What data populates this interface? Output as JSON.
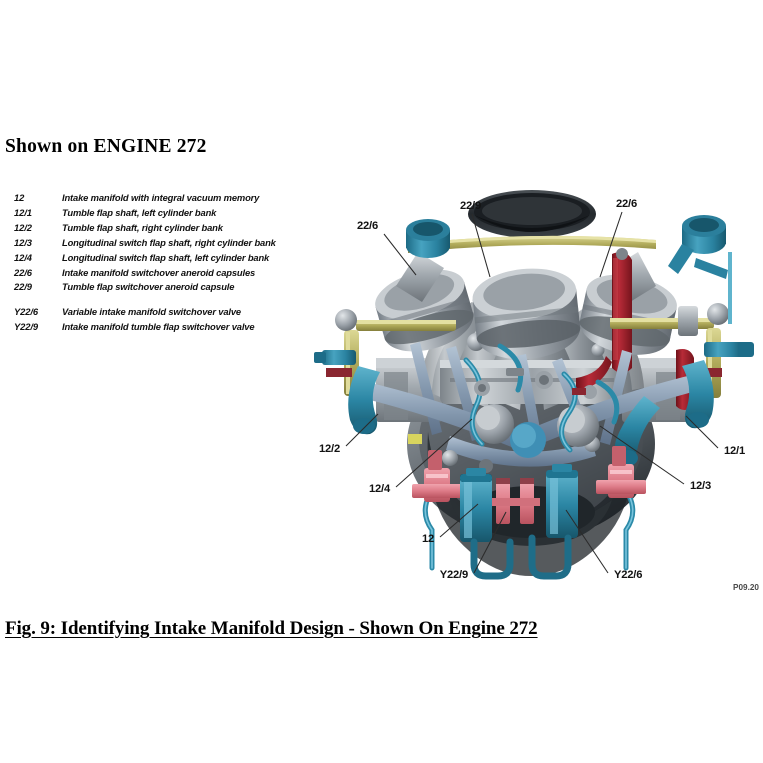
{
  "heading": "Shown on ENGINE 272",
  "legend": {
    "items": [
      {
        "key": "12",
        "desc": "Intake manifold with integral vacuum memory",
        "gap_before": false
      },
      {
        "key": "12/1",
        "desc": "Tumble flap shaft, left cylinder bank",
        "gap_before": false
      },
      {
        "key": "12/2",
        "desc": "Tumble flap shaft, right cylinder bank",
        "gap_before": false
      },
      {
        "key": "12/3",
        "desc": "Longitudinal switch flap shaft, right cylinder bank",
        "gap_before": false
      },
      {
        "key": "12/4",
        "desc": "Longitudinal switch flap shaft, left cylinder bank",
        "gap_before": false
      },
      {
        "key": "22/6",
        "desc": "Intake manifold switchover aneroid capsules",
        "gap_before": false
      },
      {
        "key": "22/9",
        "desc": "Tumble flap switchover aneroid capsule",
        "gap_before": false
      },
      {
        "key": "Y22/6",
        "desc": "Variable intake manifold switchover valve",
        "gap_before": true
      },
      {
        "key": "Y22/9",
        "desc": "Intake manifold tumble flap switchover valve",
        "gap_before": false
      }
    ]
  },
  "figure": {
    "callouts": {
      "c_22_6_left": "22/6",
      "c_22_9_top": "22/9",
      "c_22_6_right": "22/6",
      "c_12_2": "12/2",
      "c_12_1": "12/1",
      "c_12_4": "12/4",
      "c_12_3": "12/3",
      "c_12": "12",
      "c_y22_9": "Y22/9",
      "c_y22_6": "Y22/6"
    },
    "plate_code": "P09.20",
    "colors": {
      "manifold_silver": "#b9bec2",
      "manifold_dark": "#5c6166",
      "actuator_cyan": "#2f8fae",
      "linkage_blue": "#8fa6bd",
      "hose_red": "#9e2430",
      "rail_olive": "#b5ae5c",
      "connector_pink": "#e4808c",
      "throttle_dark": "#2c3136"
    }
  },
  "caption": "Fig. 9: Identifying Intake Manifold Design - Shown On Engine 272"
}
